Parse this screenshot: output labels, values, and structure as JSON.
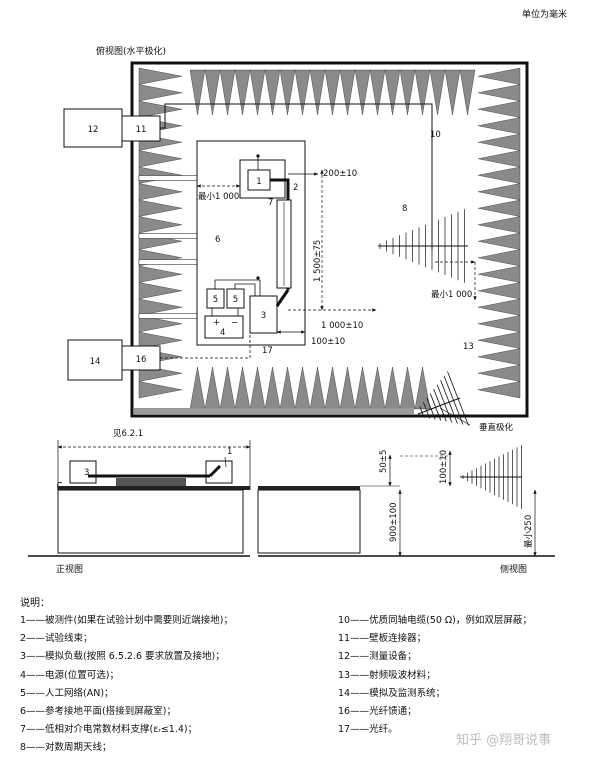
{
  "unit_note": "单位为毫米",
  "top_view_title": "俯视图(水平极化)",
  "vertical_pol_label": "垂直极化",
  "front_view_title": "正视图",
  "side_view_title": "侧视图",
  "callouts": {
    "n1": "1",
    "n2": "2",
    "n3": "3",
    "n4": "4",
    "n5a": "5",
    "n5b": "5",
    "n6": "6",
    "n7": "7",
    "n8": "8",
    "n10": "10",
    "n11": "11",
    "n12": "12",
    "n13": "13",
    "n14": "14",
    "n16": "16",
    "n17": "17",
    "front_n1": "1",
    "front_n3": "3"
  },
  "dimensions": {
    "d200": "200±10",
    "min1000_left": "最小1 000",
    "d1500": "1 500±75",
    "min1000_right": "最小1 000",
    "d1000": "1 000±10",
    "d100": "100±10",
    "see621": "见6.2.1",
    "d50": "50±5",
    "d900": "900±100",
    "d100_side": "100±10",
    "min250": "最小250"
  },
  "power_symbols": {
    "plus": "+",
    "minus": "−"
  },
  "legend": {
    "title": "说明：",
    "left": [
      "1——被测件(如果在试验计划中需要则近端接地)；",
      "2——试验线束；",
      "3——模拟负载(按照 6.5.2.6 要求放置及接地)；",
      "4——电源(位置可选)；",
      "5——人工网络(AN)；",
      "6——参考接地平面(搭接到屏蔽室)；",
      "7——低相对介电常数材料支撑(εᵣ≤1.4)；",
      "8——对数周期天线；"
    ],
    "right": [
      "10——优质同轴电缆(50 Ω)，例如双层屏蔽；",
      "11——壁板连接器；",
      "12——测量设备；",
      "13——射频吸波材料；",
      "14——模拟及监测系统；",
      "16——光纤馈通；",
      "17——光纤。"
    ]
  },
  "watermark": "知乎 @翔哥说事"
}
